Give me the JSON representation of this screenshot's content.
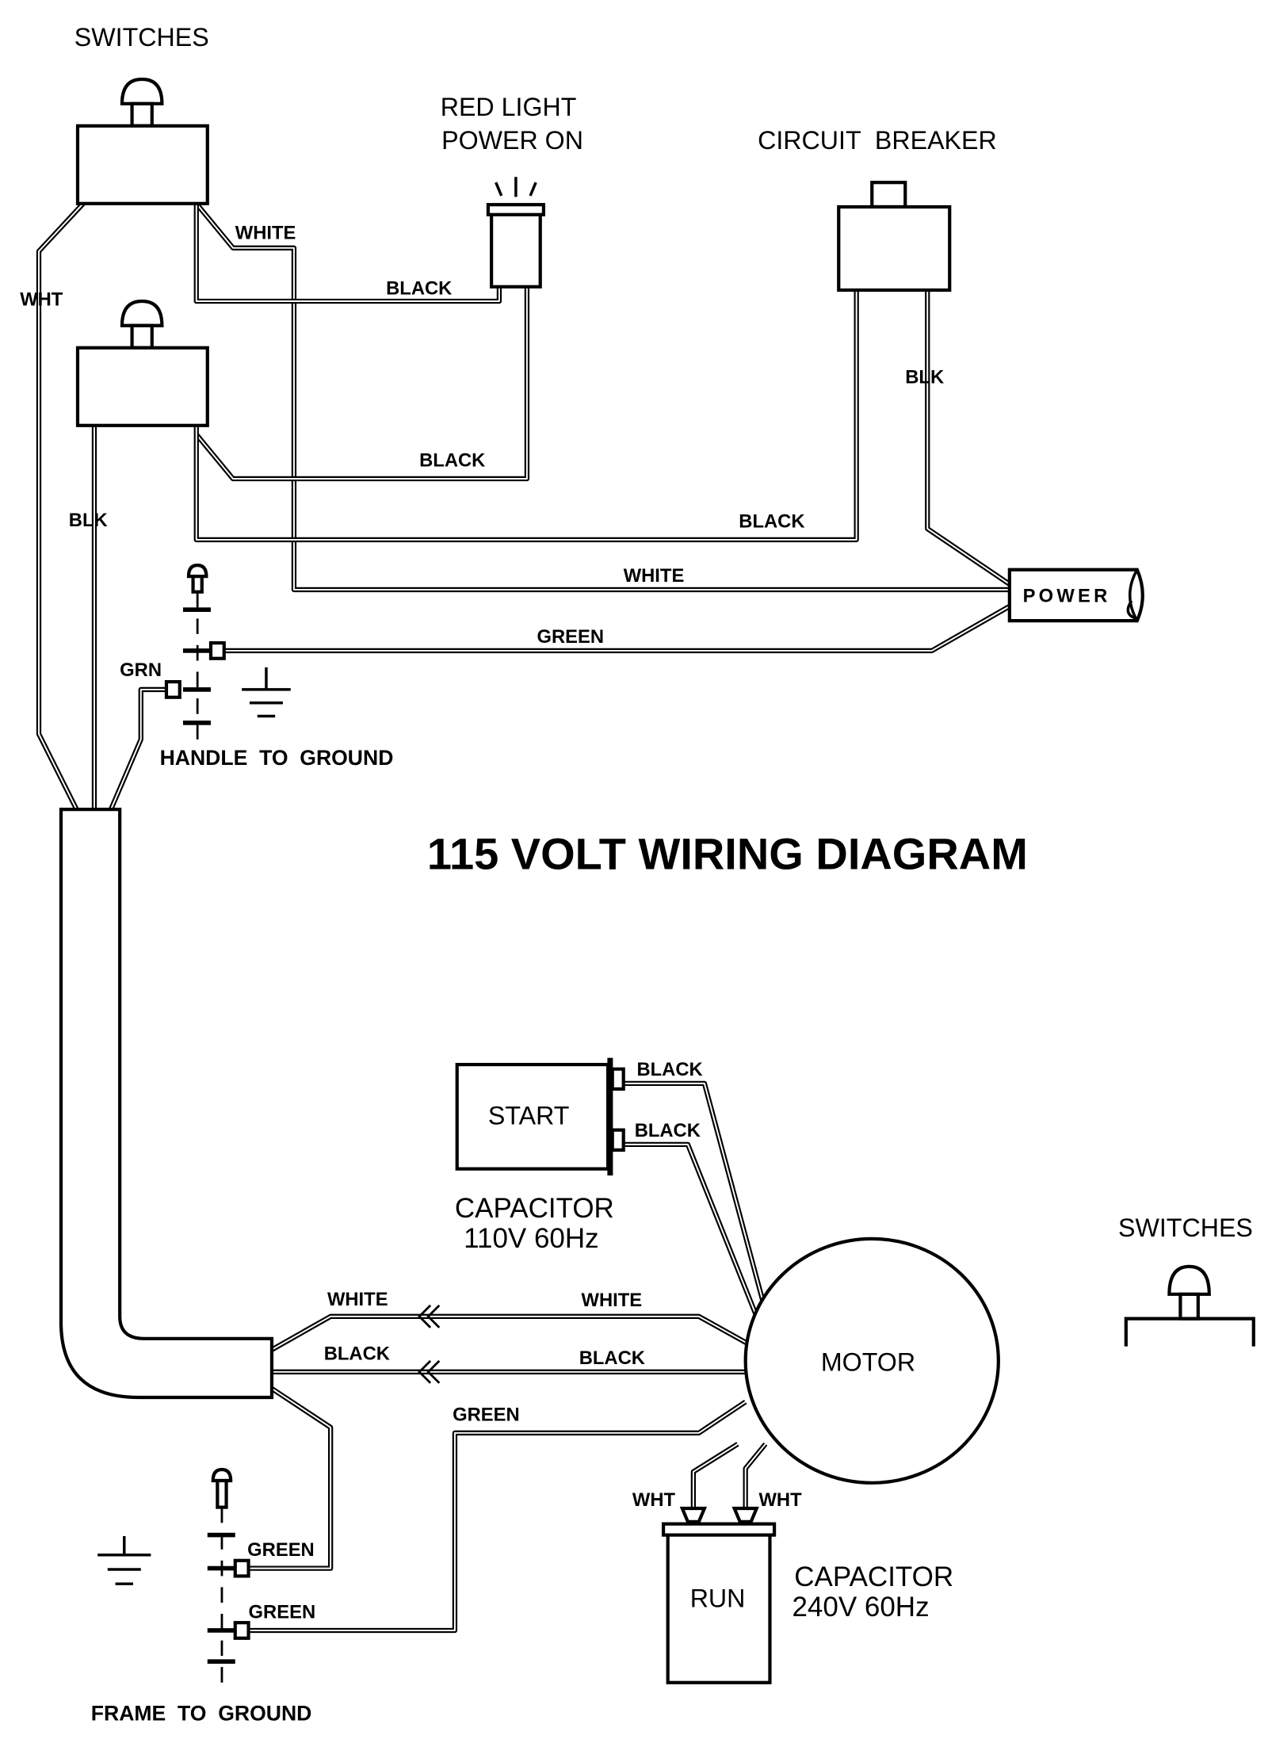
{
  "labels": {
    "switches_top": "SWITCHES",
    "red_light": "RED LIGHT",
    "power_on": "POWER ON",
    "circuit_breaker": "CIRCUIT  BREAKER",
    "wire_white_1": "WHITE",
    "wire_black_1": "BLACK",
    "wire_wht_1": "WHT",
    "wire_black_2": "BLACK",
    "wire_blk_1": "BLK",
    "wire_blk_2": "BLK",
    "wire_black_3": "BLACK",
    "wire_white_2": "WHITE",
    "wire_green_1": "GREEN",
    "wire_grn": "GRN",
    "power": "POWER",
    "handle_to_ground": "HANDLE  TO  GROUND",
    "title": "115 VOLT WIRING DIAGRAM",
    "start_black_1": "BLACK",
    "start_black_2": "BLACK",
    "start": "START",
    "capacitor_start": "CAPACITOR",
    "capacitor_start_rating": "110V 60Hz",
    "switches_right": "SWITCHES",
    "motor_white_left": "WHITE",
    "motor_white_right": "WHITE",
    "motor_black_left": "BLACK",
    "motor_black_right": "BLACK",
    "motor_green": "GREEN",
    "motor": "MOTOR",
    "run_wht_left": "WHT",
    "run_wht_right": "WHT",
    "run": "RUN",
    "capacitor_run": "CAPACITOR",
    "capacitor_run_rating": "240V 60Hz",
    "frame_green_1": "GREEN",
    "frame_green_2": "GREEN",
    "frame_to_ground": "FRAME  TO  GROUND"
  }
}
